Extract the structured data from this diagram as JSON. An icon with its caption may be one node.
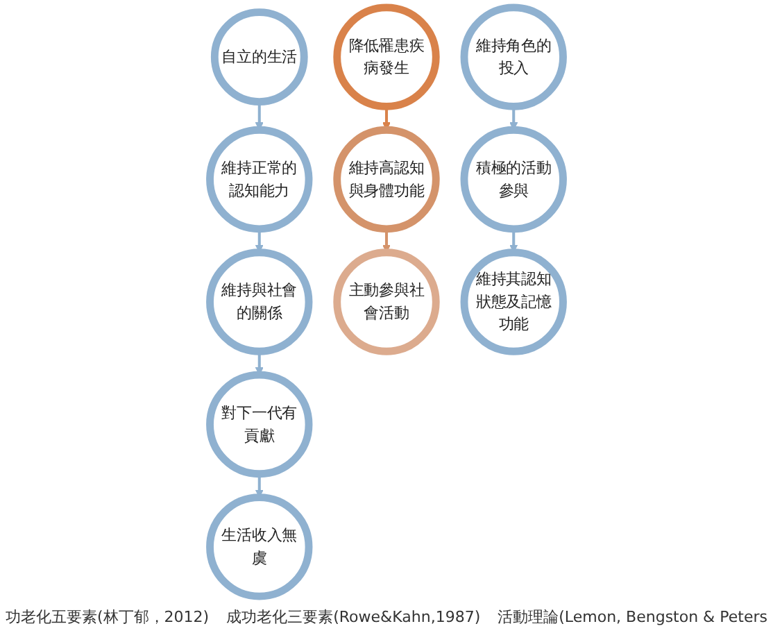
{
  "diagram": {
    "nodes": [
      {
        "text": [
          "自立的生活"
        ]
      },
      {
        "text": [
          "維持正常的認知能力"
        ]
      },
      {
        "text": [
          "維持與社會的關係"
        ]
      },
      {
        "text": [
          "對下一代有貢獻"
        ]
      },
      {
        "text": [
          "生活收入無虞"
        ]
      },
      {
        "text": [
          "降低罹患疾病發生"
        ]
      },
      {
        "text": [
          "維持高認知與身體功能"
        ]
      },
      {
        "text": [
          "主動參與社會活動"
        ]
      },
      {
        "text": [
          "維持角色的投入"
        ]
      },
      {
        "text": [
          "積極的活動參與"
        ]
      },
      {
        "text": [
          "維持其認知狀態及記憶功能"
        ]
      }
    ],
    "edges": [
      {
        "from": 0,
        "to": 1,
        "arrow": "to"
      },
      {
        "from": 1,
        "to": 2,
        "arrow": "to"
      },
      {
        "from": 2,
        "to": 3,
        "arrow": "to"
      },
      {
        "from": 3,
        "to": 4,
        "arrow": "to"
      },
      {
        "from": 5,
        "to": 6,
        "arrow": "to",
        "color": "#d9824a"
      },
      {
        "from": 6,
        "to": 7,
        "arrow": "to",
        "color": "#d4936a"
      },
      {
        "from": 8,
        "to": 9,
        "arrow": "to"
      },
      {
        "from": 9,
        "to": 10,
        "arrow": "to"
      }
    ],
    "labels": [
      "功老化五要素(林丁郁，2012)",
      "成功老化三要素(Rowe&Kahn,1987)",
      "活動理論(Lemon, Bengston & Peters"
    ]
  }
}
